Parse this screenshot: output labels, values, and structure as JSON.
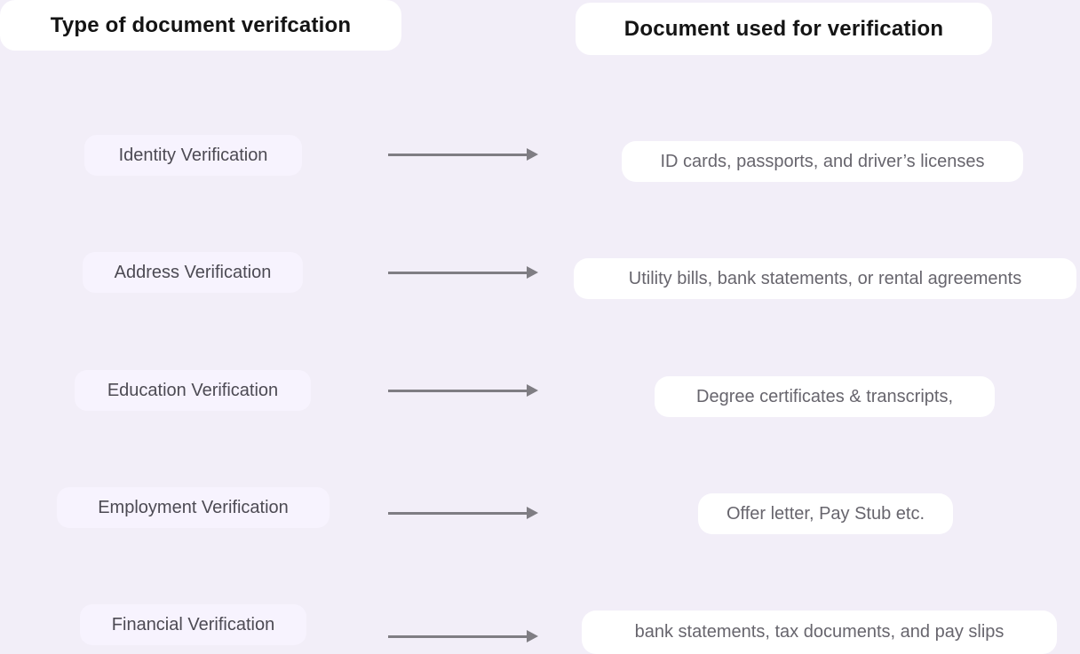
{
  "headers": {
    "left": "Type of document verifcation",
    "right": "Document used for verification"
  },
  "rows": [
    {
      "type": "Identity Verification",
      "documents": "ID cards, passports, and driver’s licenses"
    },
    {
      "type": "Address Verification",
      "documents": "Utility bills, bank statements, or rental agreements"
    },
    {
      "type": "Education Verification",
      "documents": "Degree certificates & transcripts,"
    },
    {
      "type": "Employment Verification",
      "documents": "Offer letter, Pay Stub etc."
    },
    {
      "type": "Financial Verification",
      "documents": "bank statements, tax documents, and pay slips"
    }
  ],
  "colors": {
    "background": "#f2eef8",
    "type_pill_background": "#f7f3fe",
    "document_box_background": "#ffffff",
    "header_text": "#141414",
    "type_text": "#4c4a53",
    "document_text": "#67656d",
    "arrow": "#7f7d83"
  }
}
